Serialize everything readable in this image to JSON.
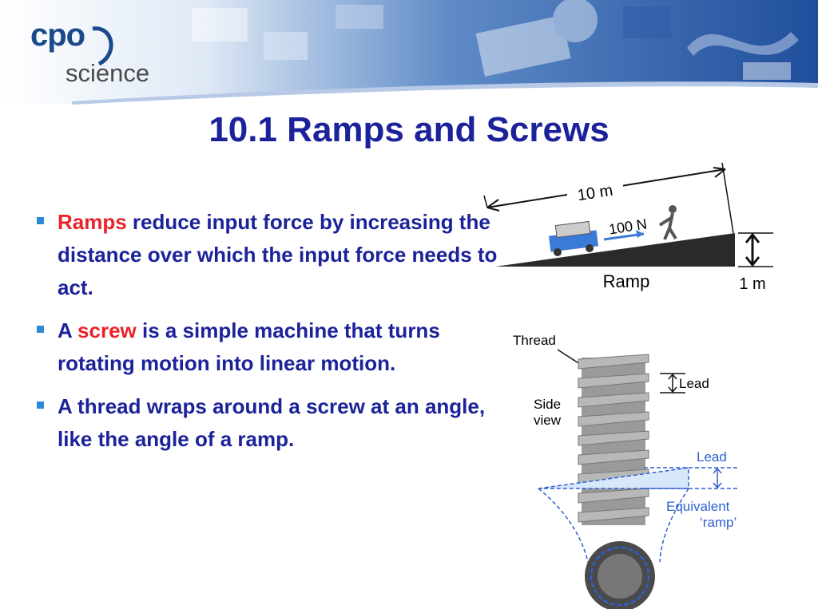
{
  "logo": {
    "line1": "cpo",
    "line2": "science"
  },
  "title": "10.1 Ramps and Screws",
  "bullets": [
    {
      "highlight": "Ramps",
      "text": " reduce input force by increasing the distance over which the input force needs to act."
    },
    {
      "prefix": "A ",
      "highlight": "screw",
      "text": " is a simple machine that turns rotating motion into linear motion."
    },
    {
      "text": "A thread wraps around a screw at an angle, like the angle of a ramp."
    }
  ],
  "ramp_figure": {
    "length": "10 m",
    "force": "100 N",
    "caption": "Ramp",
    "height": "1 m"
  },
  "screw_figure": {
    "thread": "Thread",
    "lead_top": "Lead",
    "side_view_1": "Side",
    "side_view_2": "view",
    "lead_bottom": "Lead",
    "equivalent_1": "Equivalent",
    "equivalent_2": "‘ramp’"
  },
  "colors": {
    "title": "#1c2299",
    "highlight": "#e8232a",
    "bullet_square": "#2a8ad8"
  }
}
